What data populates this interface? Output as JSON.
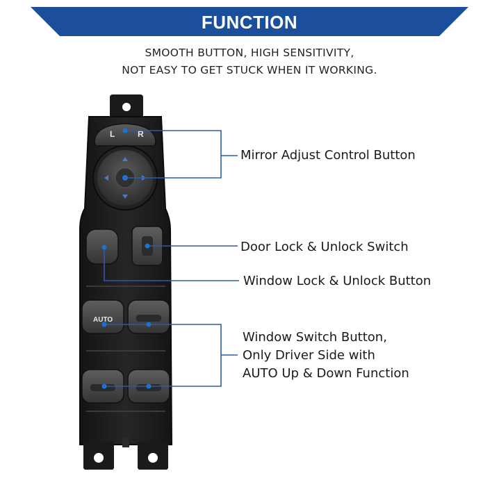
{
  "header": {
    "title": "FUNCTION",
    "subtitle_line1": "SMOOTH BUTTON, HIGH SENSITIVITY,",
    "subtitle_line2": "NOT EASY TO GET STUCK WHEN IT WORKING."
  },
  "panel": {
    "mirror_left_label": "L",
    "mirror_right_label": "R",
    "auto_label": "AUTO"
  },
  "callouts": {
    "mirror": "Mirror Adjust Control Button",
    "door_lock": "Door Lock & Unlock Switch",
    "window_lock": "Window Lock & Unlock Button",
    "window_switch_line1": "Window Switch Button,",
    "window_switch_line2": "Only Driver Side with",
    "window_switch_line3": "AUTO Up & Down Function"
  },
  "colors": {
    "banner": "#1b4f9c",
    "panel_body": "#1c1c1c",
    "button": "#4a4a4a",
    "callout_line": "#2d5aa8",
    "dot": "#1f6fd6"
  }
}
